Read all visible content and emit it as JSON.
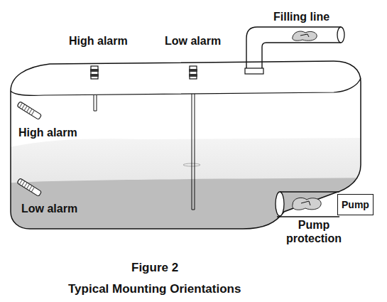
{
  "diagram": {
    "title": "Figure 2",
    "caption": "Typical Mounting Orientations",
    "nodes": [
      {
        "text": [
          "Pump"
        ]
      }
    ],
    "labels": [
      "Filling line",
      "High alarm",
      "Low alarm",
      "High alarm",
      "Low alarm",
      "Pump protection"
    ]
  }
}
